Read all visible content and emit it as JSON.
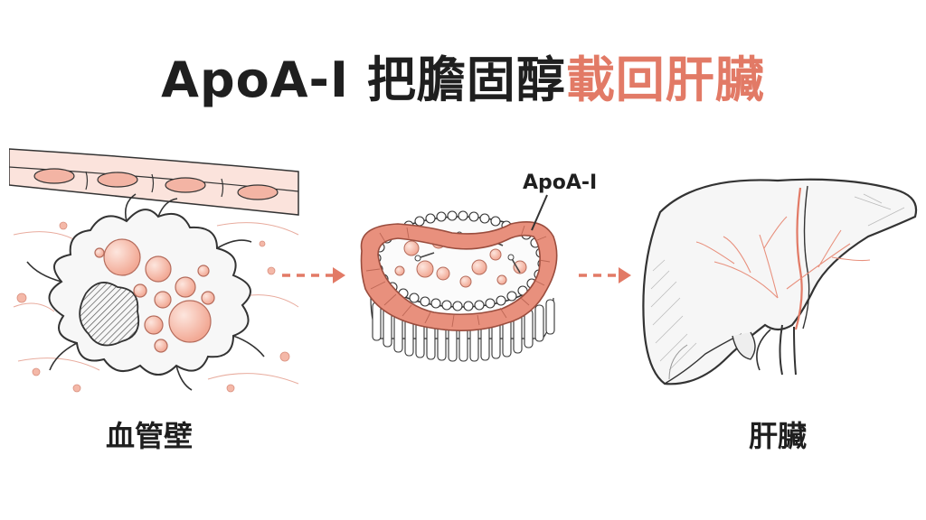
{
  "title": {
    "main": "ApoA-I 把膽固醇",
    "accent": "載回肝臟"
  },
  "labels": {
    "vessel": "血管壁",
    "liver": "肝臟",
    "apoa1": "ApoA-I"
  },
  "colors": {
    "accent": "#e27a66",
    "ink": "#1f1f1f",
    "salmon": "#f4b8a8"
  }
}
